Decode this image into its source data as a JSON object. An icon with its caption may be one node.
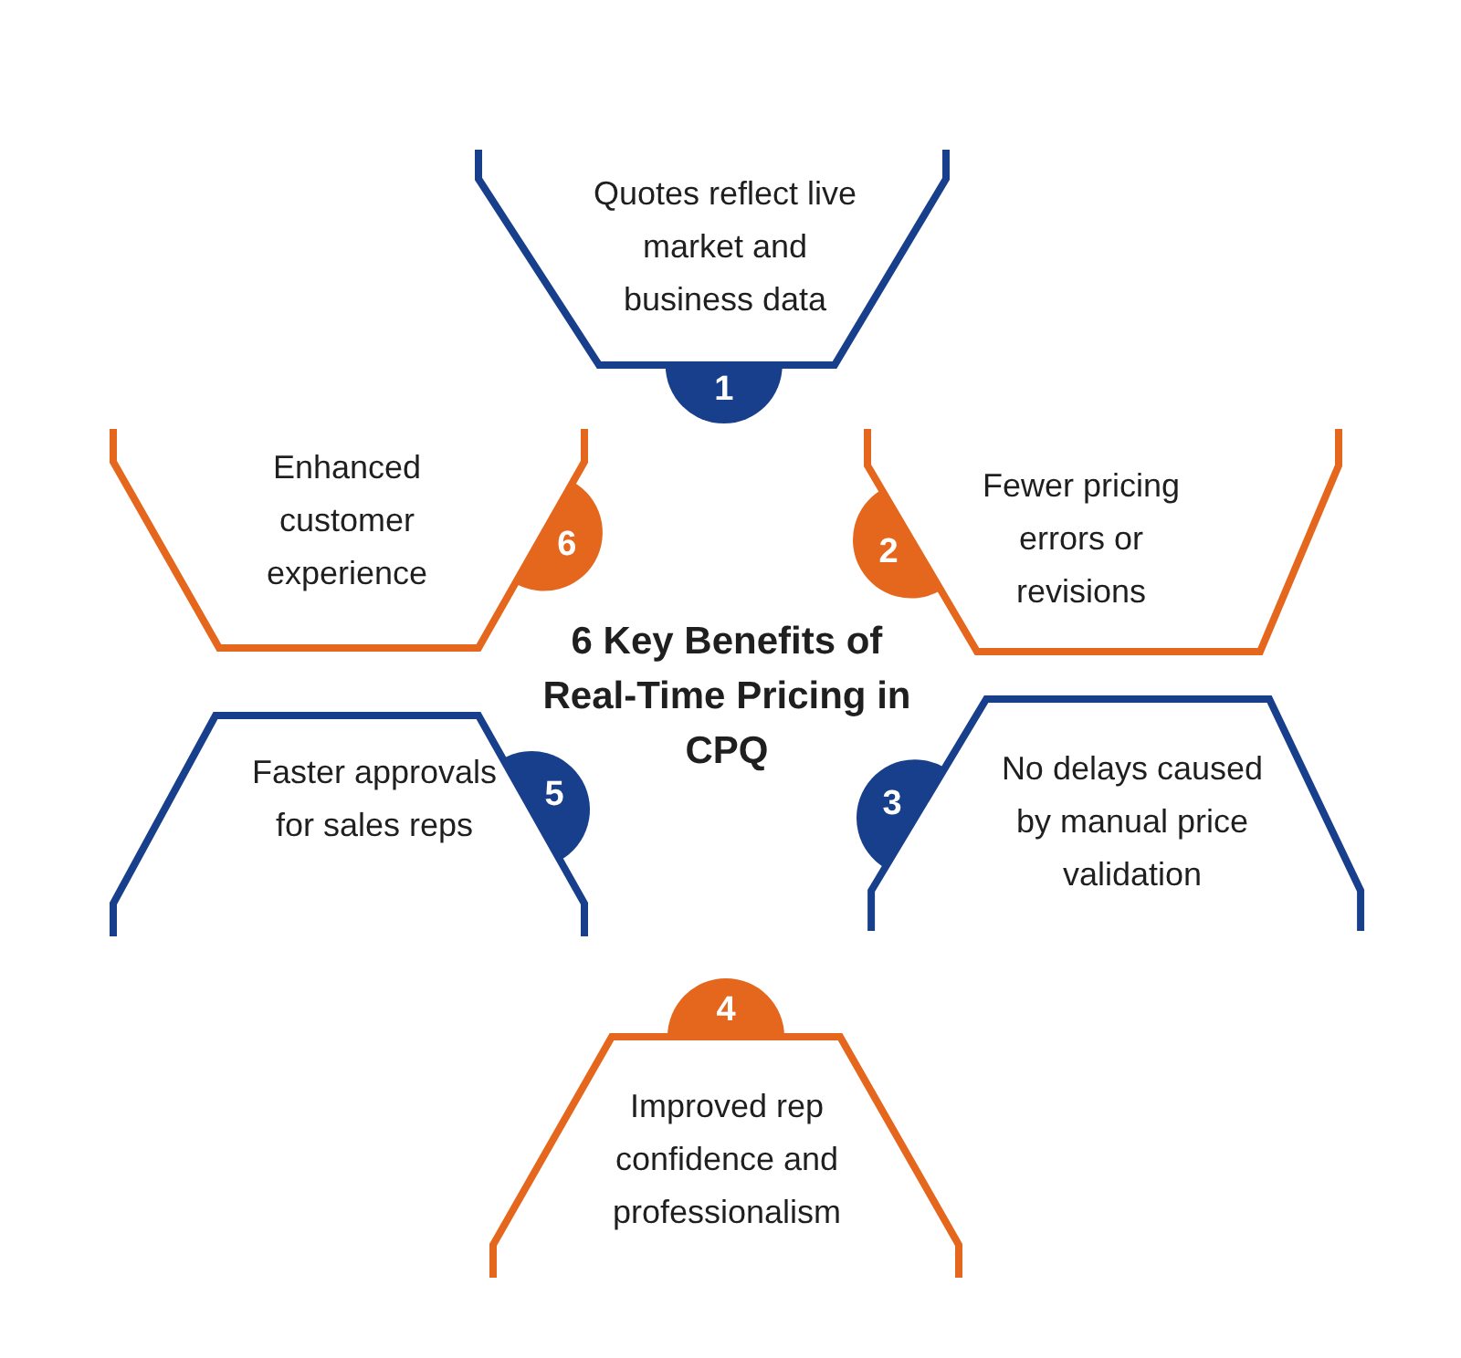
{
  "diagram": {
    "title": "6 Key Benefits of Real-Time Pricing in CPQ",
    "nodes": [
      {
        "text": [
          "Quotes reflect live market and business data",
          "1"
        ]
      },
      {
        "text": [
          "2",
          "Fewer pricing errors or revisions"
        ]
      },
      {
        "text": [
          "3",
          "No delays caused by manual price validation"
        ]
      },
      {
        "text": [
          "4",
          "Improved rep confidence and professionalism"
        ]
      },
      {
        "text": [
          "Faster approvals for sales reps",
          "5"
        ]
      },
      {
        "text": [
          "Enhanced customer experience",
          "6"
        ]
      }
    ],
    "edges": []
  }
}
